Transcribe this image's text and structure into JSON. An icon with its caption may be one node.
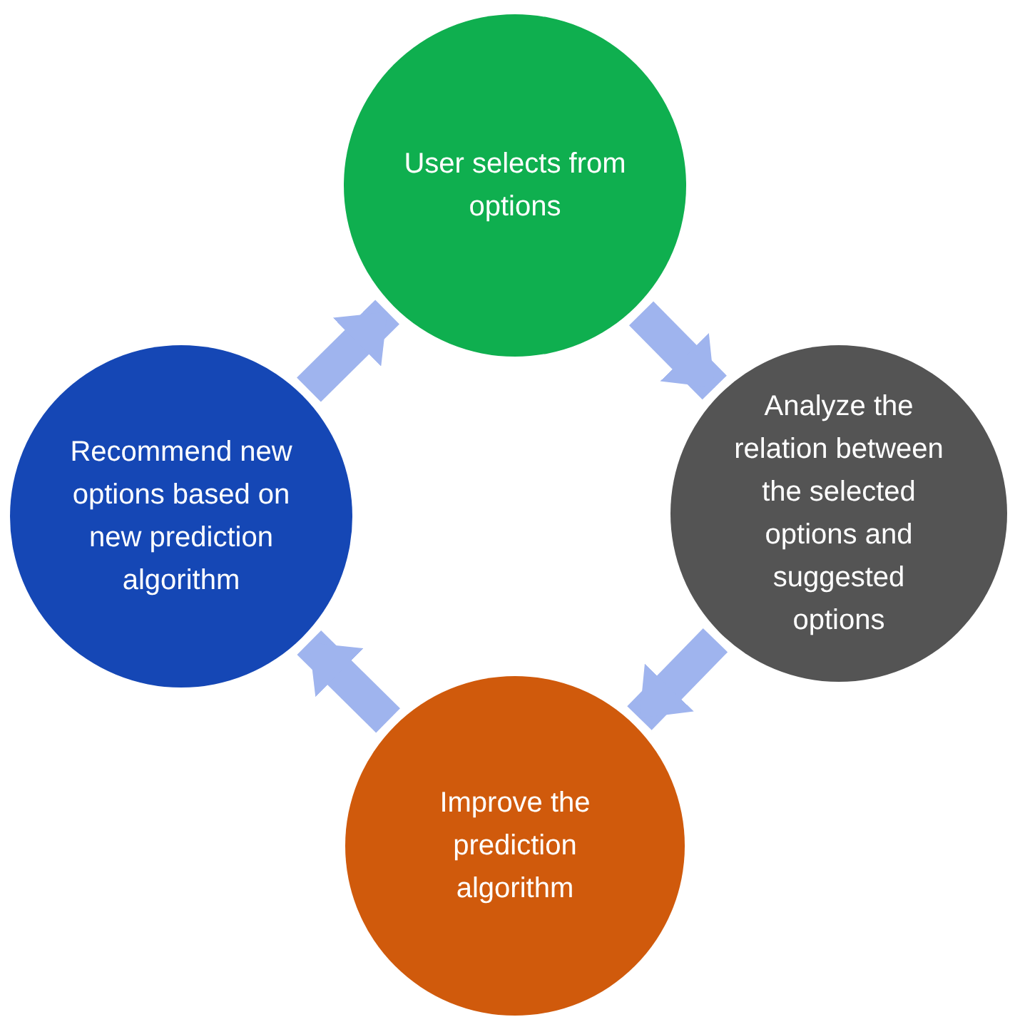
{
  "diagram": {
    "nodes": [
      {
        "text": [
          "User selects from options"
        ]
      },
      {
        "text": [
          "Analyze the relation between the selected options and suggested options"
        ]
      },
      {
        "text": [
          "Improve the prediction algorithm"
        ]
      },
      {
        "text": [
          "Recommend new options based on new prediction algorithm"
        ]
      }
    ],
    "edges": [
      {
        "from": 0,
        "to": 1,
        "arrow": "to"
      },
      {
        "from": 1,
        "to": 2,
        "arrow": "to"
      },
      {
        "from": 2,
        "to": 3,
        "arrow": "to"
      },
      {
        "from": 3,
        "to": 0,
        "arrow": "to"
      }
    ]
  }
}
